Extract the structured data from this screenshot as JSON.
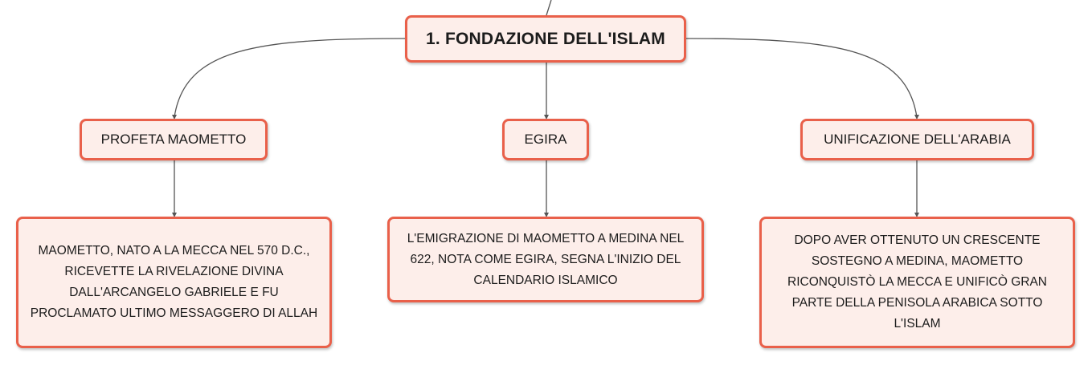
{
  "colors": {
    "node_fill": "#fdeeea",
    "node_border": "#e9604a",
    "connector": "#555555",
    "text": "#1c1c1c"
  },
  "root": {
    "label": "1. FONDAZIONE DELL'ISLAM"
  },
  "branches": [
    {
      "label": "PROFETA MAOMETTO",
      "detail": "MAOMETTO, NATO A LA MECCA NEL 570 D.C., RICEVETTE LA RIVELAZIONE DIVINA DALL'ARCANGELO GABRIELE E FU PROCLAMATO ULTIMO MESSAGGERO DI ALLAH"
    },
    {
      "label": "EGIRA",
      "detail": "L'EMIGRAZIONE DI MAOMETTO A MEDINA NEL 622, NOTA COME EGIRA, SEGNA L'INIZIO DEL CALENDARIO ISLAMICO"
    },
    {
      "label": "UNIFICAZIONE DELL'ARABIA",
      "detail": "DOPO AVER OTTENUTO UN CRESCENTE SOSTEGNO A MEDINA, MAOMETTO RICONQUISTÒ LA MECCA E UNIFICÒ GRAN PARTE DELLA PENISOLA ARABICA SOTTO L'ISLAM"
    }
  ]
}
